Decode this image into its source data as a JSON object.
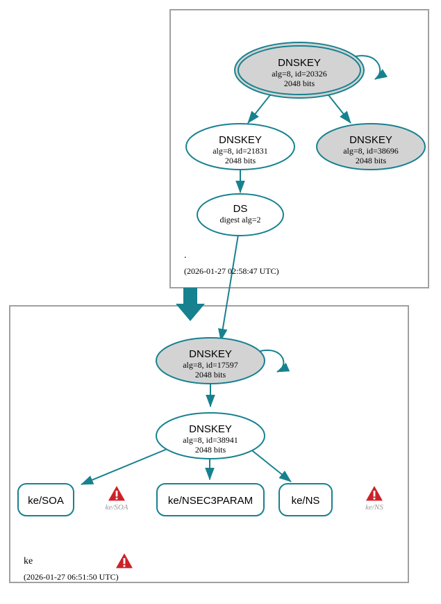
{
  "diagram": {
    "type": "dnssec-authentication-chain",
    "accent_color": "#17818f",
    "node_shaded_color": "#d3d3d3",
    "zone_border_color": "#a0a0a0",
    "warning_color": "#cc2229"
  },
  "zones": [
    {
      "id": "root",
      "name": ".",
      "timestamp": "(2026-01-27 02:58:47 UTC)",
      "has_warning": false
    },
    {
      "id": "ke",
      "name": "ke",
      "timestamp": "(2026-01-27 06:51:50 UTC)",
      "has_warning": true,
      "warning_icon": "warning-triangle-icon"
    }
  ],
  "nodes": {
    "root_ksk": {
      "type": "DNSKEY",
      "title": "DNSKEY",
      "line2": "alg=8, id=20326",
      "line3": "2048 bits",
      "alg": 8,
      "key_id": 20326,
      "bits": "2048 bits",
      "shaded": true,
      "sep": true,
      "self_signed": true
    },
    "root_zsk_21831": {
      "type": "DNSKEY",
      "title": "DNSKEY",
      "line2": "alg=8, id=21831",
      "line3": "2048 bits",
      "alg": 8,
      "key_id": 21831,
      "bits": "2048 bits",
      "shaded": false,
      "sep": false,
      "self_signed": false
    },
    "root_zsk_38696": {
      "type": "DNSKEY",
      "title": "DNSKEY",
      "line2": "alg=8, id=38696",
      "line3": "2048 bits",
      "alg": 8,
      "key_id": 38696,
      "bits": "2048 bits",
      "shaded": true,
      "sep": false,
      "self_signed": false
    },
    "root_ds": {
      "type": "DS",
      "title": "DS",
      "line2": "digest alg=2",
      "digest_alg": 2,
      "shaded": false
    },
    "ke_ksk": {
      "type": "DNSKEY",
      "title": "DNSKEY",
      "line2": "alg=8, id=17597",
      "line3": "2048 bits",
      "alg": 8,
      "key_id": 17597,
      "bits": "2048 bits",
      "shaded": true,
      "sep": false,
      "self_signed": true
    },
    "ke_zsk": {
      "type": "DNSKEY",
      "title": "DNSKEY",
      "line2": "alg=8, id=38941",
      "line3": "2048 bits",
      "alg": 8,
      "key_id": 38941,
      "bits": "2048 bits",
      "shaded": false,
      "sep": false,
      "self_signed": false
    },
    "rr_soa": {
      "type": "RRset",
      "label": "ke/SOA"
    },
    "rr_nsec3param": {
      "type": "RRset",
      "label": "ke/NSEC3PARAM"
    },
    "rr_ns": {
      "type": "RRset",
      "label": "ke/NS"
    }
  },
  "warnings": [
    {
      "id": "warn_soa",
      "label": "ke/SOA",
      "icon": "warning-triangle-icon"
    },
    {
      "id": "warn_ns",
      "label": "ke/NS",
      "icon": "warning-triangle-icon"
    }
  ]
}
